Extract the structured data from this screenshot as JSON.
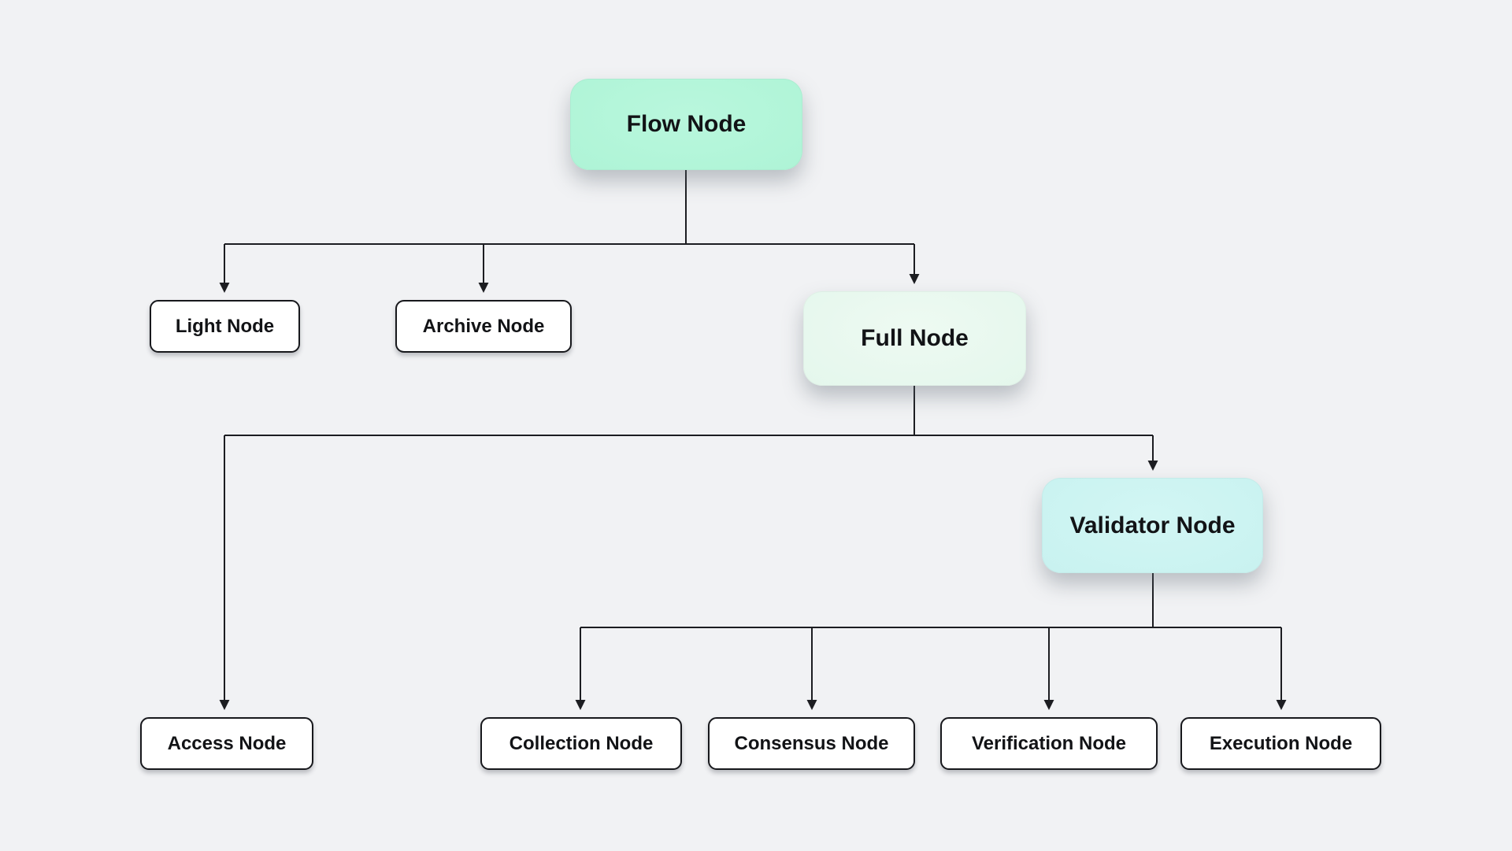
{
  "diagram": {
    "background_color": "#f1f2f4",
    "line_color": "#1c1d21",
    "nodes": {
      "flow": {
        "label": "Flow Node",
        "fill": "#aef4d6",
        "style": "highlight"
      },
      "light": {
        "label": "Light Node",
        "fill": "#ffffff",
        "style": "plain"
      },
      "archive": {
        "label": "Archive Node",
        "fill": "#ffffff",
        "style": "plain"
      },
      "full": {
        "label": "Full Node",
        "fill": "#e4f7ec",
        "style": "highlight"
      },
      "validator": {
        "label": "Validator Node",
        "fill": "#c8f2f0",
        "style": "highlight"
      },
      "access": {
        "label": "Access Node",
        "fill": "#ffffff",
        "style": "plain"
      },
      "collection": {
        "label": "Collection Node",
        "fill": "#ffffff",
        "style": "plain"
      },
      "consensus": {
        "label": "Consensus Node",
        "fill": "#ffffff",
        "style": "plain"
      },
      "verification": {
        "label": "Verification Node",
        "fill": "#ffffff",
        "style": "plain"
      },
      "execution": {
        "label": "Execution Node",
        "fill": "#ffffff",
        "style": "plain"
      }
    },
    "edges": [
      {
        "from": "Flow Node",
        "to": "Light Node"
      },
      {
        "from": "Flow Node",
        "to": "Archive Node"
      },
      {
        "from": "Flow Node",
        "to": "Full Node"
      },
      {
        "from": "Full Node",
        "to": "Access Node"
      },
      {
        "from": "Full Node",
        "to": "Validator Node"
      },
      {
        "from": "Validator Node",
        "to": "Collection Node"
      },
      {
        "from": "Validator Node",
        "to": "Consensus Node"
      },
      {
        "from": "Validator Node",
        "to": "Verification Node"
      },
      {
        "from": "Validator Node",
        "to": "Execution Node"
      }
    ]
  }
}
